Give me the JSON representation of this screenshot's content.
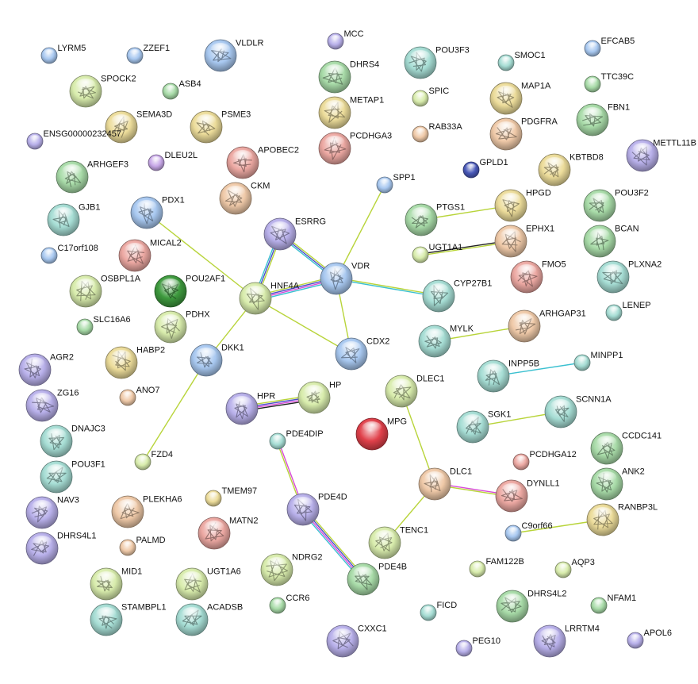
{
  "network": {
    "colors": {
      "blue": "#a8c8f0",
      "teal": "#a6ddd4",
      "green": "#a8dba8",
      "lime": "#d8ecac",
      "yellow": "#ecdc9a",
      "orange": "#efc9a8",
      "salmon": "#eca8a2",
      "purple": "#b8b0ea",
      "violet": "#c8a8e8",
      "red": "#e0404a",
      "darkgreen": "#3e9a3e",
      "navy": "#4858b8"
    },
    "edge_colors": [
      "#b8d43a",
      "#4a4ec8",
      "#d84ad8",
      "#3ac0d0",
      "#202020"
    ],
    "nodes": [
      {
        "id": "LYRM5",
        "color": "blue",
        "size": "s",
        "structure": false
      },
      {
        "id": "ZZEF1",
        "color": "blue",
        "size": "s",
        "structure": false
      },
      {
        "id": "VLDLR",
        "color": "blue",
        "size": "l",
        "structure": true
      },
      {
        "id": "MCC",
        "color": "purple",
        "size": "s",
        "structure": false
      },
      {
        "id": "DHRS4",
        "color": "green",
        "size": "l",
        "structure": true
      },
      {
        "id": "POU3F3",
        "color": "teal",
        "size": "l",
        "structure": true
      },
      {
        "id": "SMOC1",
        "color": "teal",
        "size": "s",
        "structure": false
      },
      {
        "id": "EFCAB5",
        "color": "blue",
        "size": "s",
        "structure": false
      },
      {
        "id": "SPOCK2",
        "color": "lime",
        "size": "l",
        "structure": true
      },
      {
        "id": "ASB4",
        "color": "green",
        "size": "s",
        "structure": false
      },
      {
        "id": "METAP1",
        "color": "yellow",
        "size": "l",
        "structure": true
      },
      {
        "id": "SPIC",
        "color": "lime",
        "size": "s",
        "structure": false
      },
      {
        "id": "MAP1A",
        "color": "yellow",
        "size": "l",
        "structure": true
      },
      {
        "id": "TTC39C",
        "color": "green",
        "size": "s",
        "structure": false
      },
      {
        "id": "SEMA3D",
        "color": "yellow",
        "size": "l",
        "structure": true
      },
      {
        "id": "PSME3",
        "color": "yellow",
        "size": "l",
        "structure": true
      },
      {
        "id": "PCDHGA3",
        "color": "salmon",
        "size": "l",
        "structure": true
      },
      {
        "id": "RAB33A",
        "color": "orange",
        "size": "s",
        "structure": false
      },
      {
        "id": "FBN1",
        "color": "green",
        "size": "l",
        "structure": true
      },
      {
        "id": "PDGFRA",
        "color": "orange",
        "size": "l",
        "structure": true
      },
      {
        "id": "ENSG00000232457",
        "color": "purple",
        "size": "s",
        "structure": false
      },
      {
        "id": "DLEU2L",
        "color": "violet",
        "size": "s",
        "structure": false
      },
      {
        "id": "APOBEC2",
        "color": "salmon",
        "size": "l",
        "structure": true
      },
      {
        "id": "GPLD1",
        "color": "navy",
        "size": "s",
        "structure": false
      },
      {
        "id": "METTL11B",
        "color": "purple",
        "size": "l",
        "structure": true
      },
      {
        "id": "KBTBD8",
        "color": "yellow",
        "size": "l",
        "structure": true
      },
      {
        "id": "ARHGEF3",
        "color": "green",
        "size": "l",
        "structure": true
      },
      {
        "id": "CKM",
        "color": "orange",
        "size": "l",
        "structure": true
      },
      {
        "id": "SPP1",
        "color": "blue",
        "size": "s",
        "structure": false
      },
      {
        "id": "PDX1",
        "color": "blue",
        "size": "l",
        "structure": true
      },
      {
        "id": "ESRRG",
        "color": "purple",
        "size": "l",
        "structure": true
      },
      {
        "id": "HPGD",
        "color": "yellow",
        "size": "l",
        "structure": true
      },
      {
        "id": "POU3F2",
        "color": "green",
        "size": "l",
        "structure": true
      },
      {
        "id": "GJB1",
        "color": "teal",
        "size": "l",
        "structure": true
      },
      {
        "id": "PTGS1",
        "color": "green",
        "size": "l",
        "structure": true
      },
      {
        "id": "EPHX1",
        "color": "orange",
        "size": "l",
        "structure": true
      },
      {
        "id": "BCAN",
        "color": "green",
        "size": "l",
        "structure": true
      },
      {
        "id": "C17orf108",
        "color": "blue",
        "size": "s",
        "structure": false
      },
      {
        "id": "MICAL2",
        "color": "salmon",
        "size": "l",
        "structure": true
      },
      {
        "id": "UGT1A1",
        "color": "lime",
        "size": "s",
        "structure": false
      },
      {
        "id": "PLXNA2",
        "color": "teal",
        "size": "l",
        "structure": true
      },
      {
        "id": "VDR",
        "color": "blue",
        "size": "l",
        "structure": true
      },
      {
        "id": "POU2AF1",
        "color": "darkgreen",
        "size": "l",
        "structure": true
      },
      {
        "id": "FMO5",
        "color": "salmon",
        "size": "l",
        "structure": true
      },
      {
        "id": "OSBPL1A",
        "color": "lime",
        "size": "l",
        "structure": true
      },
      {
        "id": "HNF4A",
        "color": "lime",
        "size": "l",
        "structure": true
      },
      {
        "id": "CYP27B1",
        "color": "teal",
        "size": "l",
        "structure": true
      },
      {
        "id": "PDHX",
        "color": "lime",
        "size": "l",
        "structure": true
      },
      {
        "id": "LENEP",
        "color": "teal",
        "size": "s",
        "structure": false
      },
      {
        "id": "SLC16A6",
        "color": "green",
        "size": "s",
        "structure": false
      },
      {
        "id": "ARHGAP31",
        "color": "orange",
        "size": "l",
        "structure": true
      },
      {
        "id": "MYLK",
        "color": "teal",
        "size": "l",
        "structure": true
      },
      {
        "id": "DKK1",
        "color": "blue",
        "size": "l",
        "structure": true
      },
      {
        "id": "CDX2",
        "color": "blue",
        "size": "l",
        "structure": true
      },
      {
        "id": "HABP2",
        "color": "yellow",
        "size": "l",
        "structure": true
      },
      {
        "id": "AGR2",
        "color": "purple",
        "size": "l",
        "structure": true
      },
      {
        "id": "INPP5B",
        "color": "teal",
        "size": "l",
        "structure": true
      },
      {
        "id": "MINPP1",
        "color": "teal",
        "size": "s",
        "structure": false
      },
      {
        "id": "DLEC1",
        "color": "lime",
        "size": "l",
        "structure": true
      },
      {
        "id": "HP",
        "color": "lime",
        "size": "l",
        "structure": true
      },
      {
        "id": "ANO7",
        "color": "orange",
        "size": "s",
        "structure": false
      },
      {
        "id": "ZG16",
        "color": "purple",
        "size": "l",
        "structure": true
      },
      {
        "id": "HPR",
        "color": "purple",
        "size": "l",
        "structure": true
      },
      {
        "id": "SCNN1A",
        "color": "teal",
        "size": "l",
        "structure": true
      },
      {
        "id": "MPG",
        "color": "red",
        "size": "l",
        "structure": false
      },
      {
        "id": "SGK1",
        "color": "teal",
        "size": "l",
        "structure": true
      },
      {
        "id": "DNAJC3",
        "color": "teal",
        "size": "l",
        "structure": true
      },
      {
        "id": "PDE4DIP",
        "color": "teal",
        "size": "s",
        "structure": false
      },
      {
        "id": "CCDC141",
        "color": "green",
        "size": "l",
        "structure": true
      },
      {
        "id": "FZD4",
        "color": "lime",
        "size": "s",
        "structure": false
      },
      {
        "id": "PCDHGA12",
        "color": "salmon",
        "size": "s",
        "structure": false
      },
      {
        "id": "POU3F1",
        "color": "teal",
        "size": "l",
        "structure": true
      },
      {
        "id": "DLC1",
        "color": "orange",
        "size": "l",
        "structure": true
      },
      {
        "id": "ANK2",
        "color": "green",
        "size": "l",
        "structure": true
      },
      {
        "id": "DYNLL1",
        "color": "salmon",
        "size": "l",
        "structure": true
      },
      {
        "id": "NAV3",
        "color": "purple",
        "size": "l",
        "structure": true
      },
      {
        "id": "PLEKHA6",
        "color": "orange",
        "size": "l",
        "structure": true
      },
      {
        "id": "TMEM97",
        "color": "yellow",
        "size": "s",
        "structure": false
      },
      {
        "id": "PDE4D",
        "color": "purple",
        "size": "l",
        "structure": true
      },
      {
        "id": "RANBP3L",
        "color": "yellow",
        "size": "l",
        "structure": true
      },
      {
        "id": "MATN2",
        "color": "salmon",
        "size": "l",
        "structure": true
      },
      {
        "id": "DHRS4L1",
        "color": "purple",
        "size": "l",
        "structure": true
      },
      {
        "id": "C9orf66",
        "color": "blue",
        "size": "s",
        "structure": false
      },
      {
        "id": "TENC1",
        "color": "lime",
        "size": "l",
        "structure": true
      },
      {
        "id": "PALMD",
        "color": "orange",
        "size": "s",
        "structure": false
      },
      {
        "id": "PDE4B",
        "color": "green",
        "size": "l",
        "structure": true
      },
      {
        "id": "FAM122B",
        "color": "lime",
        "size": "s",
        "structure": false
      },
      {
        "id": "AQP3",
        "color": "lime",
        "size": "s",
        "structure": false
      },
      {
        "id": "MID1",
        "color": "lime",
        "size": "l",
        "structure": true
      },
      {
        "id": "UGT1A6",
        "color": "lime",
        "size": "l",
        "structure": true
      },
      {
        "id": "NDRG2",
        "color": "lime",
        "size": "l",
        "structure": true
      },
      {
        "id": "DHRS4L2",
        "color": "green",
        "size": "l",
        "structure": true
      },
      {
        "id": "NFAM1",
        "color": "green",
        "size": "s",
        "structure": false
      },
      {
        "id": "STAMBPL1",
        "color": "teal",
        "size": "l",
        "structure": true
      },
      {
        "id": "ACADSB",
        "color": "teal",
        "size": "l",
        "structure": true
      },
      {
        "id": "CCR6",
        "color": "green",
        "size": "s",
        "structure": false
      },
      {
        "id": "FICD",
        "color": "teal",
        "size": "s",
        "structure": false
      },
      {
        "id": "LRRTM4",
        "color": "purple",
        "size": "l",
        "structure": true
      },
      {
        "id": "CXXC1",
        "color": "purple",
        "size": "l",
        "structure": true
      },
      {
        "id": "PEG10",
        "color": "purple",
        "size": "s",
        "structure": false
      },
      {
        "id": "APOL6",
        "color": "purple",
        "size": "s",
        "structure": false
      }
    ],
    "edges": [
      {
        "source": "ESRRG",
        "target": "VDR",
        "colors": [
          0,
          1,
          3
        ]
      },
      {
        "source": "ESRRG",
        "target": "HNF4A",
        "colors": [
          0,
          1,
          3
        ]
      },
      {
        "source": "HNF4A",
        "target": "VDR",
        "colors": [
          0,
          1,
          2,
          3
        ]
      },
      {
        "source": "PDX1",
        "target": "HNF4A",
        "colors": [
          0
        ]
      },
      {
        "source": "HNF4A",
        "target": "DKK1",
        "colors": [
          0
        ]
      },
      {
        "source": "HNF4A",
        "target": "CDX2",
        "colors": [
          0
        ]
      },
      {
        "source": "VDR",
        "target": "SPP1",
        "colors": [
          0
        ]
      },
      {
        "source": "VDR",
        "target": "CDX2",
        "colors": [
          0
        ]
      },
      {
        "source": "VDR",
        "target": "CYP27B1",
        "colors": [
          0,
          3
        ]
      },
      {
        "source": "DKK1",
        "target": "FZD4",
        "colors": [
          0
        ]
      },
      {
        "source": "PTGS1",
        "target": "HPGD",
        "colors": [
          0
        ]
      },
      {
        "source": "UGT1A1",
        "target": "EPHX1",
        "colors": [
          4,
          0
        ]
      },
      {
        "source": "MYLK",
        "target": "ARHGAP31",
        "colors": [
          0
        ]
      },
      {
        "source": "INPP5B",
        "target": "MINPP1",
        "colors": [
          3
        ]
      },
      {
        "source": "HPR",
        "target": "HP",
        "colors": [
          0,
          1,
          2,
          4
        ]
      },
      {
        "source": "SGK1",
        "target": "SCNN1A",
        "colors": [
          0
        ]
      },
      {
        "source": "DLEC1",
        "target": "DLC1",
        "colors": [
          0
        ]
      },
      {
        "source": "PDE4DIP",
        "target": "PDE4D",
        "colors": [
          2,
          0
        ]
      },
      {
        "source": "PDE4D",
        "target": "PDE4B",
        "colors": [
          0,
          1,
          2,
          3
        ]
      },
      {
        "source": "DLC1",
        "target": "DYNLL1",
        "colors": [
          2,
          0
        ]
      },
      {
        "source": "DLC1",
        "target": "TENC1",
        "colors": [
          0
        ]
      },
      {
        "source": "C9orf66",
        "target": "RANBP3L",
        "colors": [
          0
        ]
      }
    ]
  }
}
